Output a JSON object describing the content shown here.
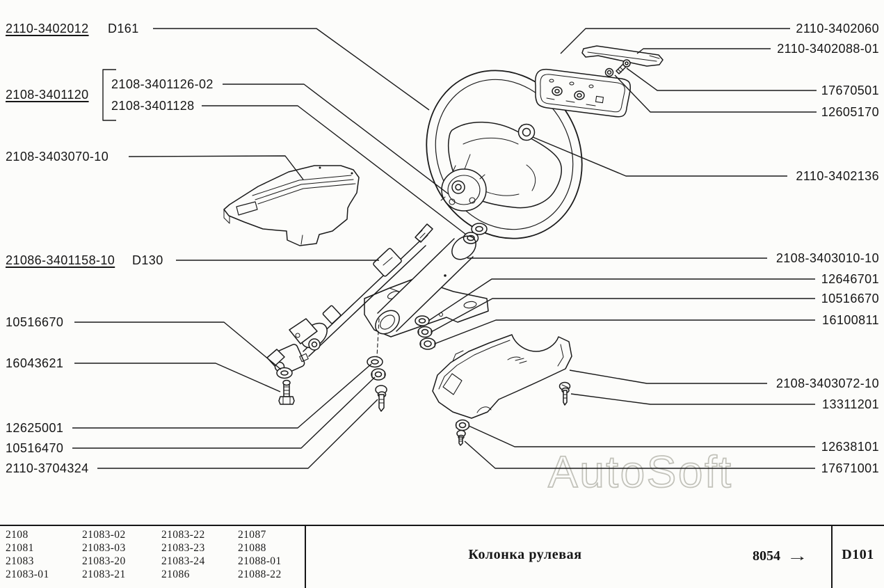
{
  "diagram": {
    "name": "steering-column-exploded-view",
    "watermark": "AutoSoft",
    "labels_left": [
      {
        "part": "2110-3402012",
        "ref": "D161"
      },
      {
        "part": "2108-3401120"
      },
      {
        "part": "2108-3401126-02"
      },
      {
        "part": "2108-3401128"
      },
      {
        "part": "2108-3403070-10"
      },
      {
        "part": "21086-3401158-10",
        "ref": "D130"
      },
      {
        "part": "10516670"
      },
      {
        "part": "16043621"
      },
      {
        "part": "12625001"
      },
      {
        "part": "10516470"
      },
      {
        "part": "2110-3704324"
      }
    ],
    "labels_right": [
      {
        "part": "2110-3402060"
      },
      {
        "part": "2110-3402088-01"
      },
      {
        "part": "17670501"
      },
      {
        "part": "12605170"
      },
      {
        "part": "2110-3402136"
      },
      {
        "part": "2108-3403010-10"
      },
      {
        "part": "12646701"
      },
      {
        "part": "10516670"
      },
      {
        "part": "16100811"
      },
      {
        "part": "2108-3403072-10"
      },
      {
        "part": "13311201"
      },
      {
        "part": "12638101"
      },
      {
        "part": "17671001"
      }
    ]
  },
  "footer": {
    "applicable_models": [
      [
        "2108",
        "21083-02",
        "21083-22",
        "21087"
      ],
      [
        "21081",
        "21083-03",
        "21083-23",
        "21088"
      ],
      [
        "21083",
        "21083-20",
        "21083-24",
        "21088-01"
      ],
      [
        "21083-01",
        "21083-21",
        "21086",
        "21088-22"
      ]
    ],
    "title": "Колонка рулевая",
    "page_number": "8054",
    "arrow": "→",
    "plate_code": "D101"
  },
  "colors": {
    "paper": "#fcfcfa",
    "ink": "#1a1a1a",
    "watermark_outline": "#c2c2ba"
  }
}
